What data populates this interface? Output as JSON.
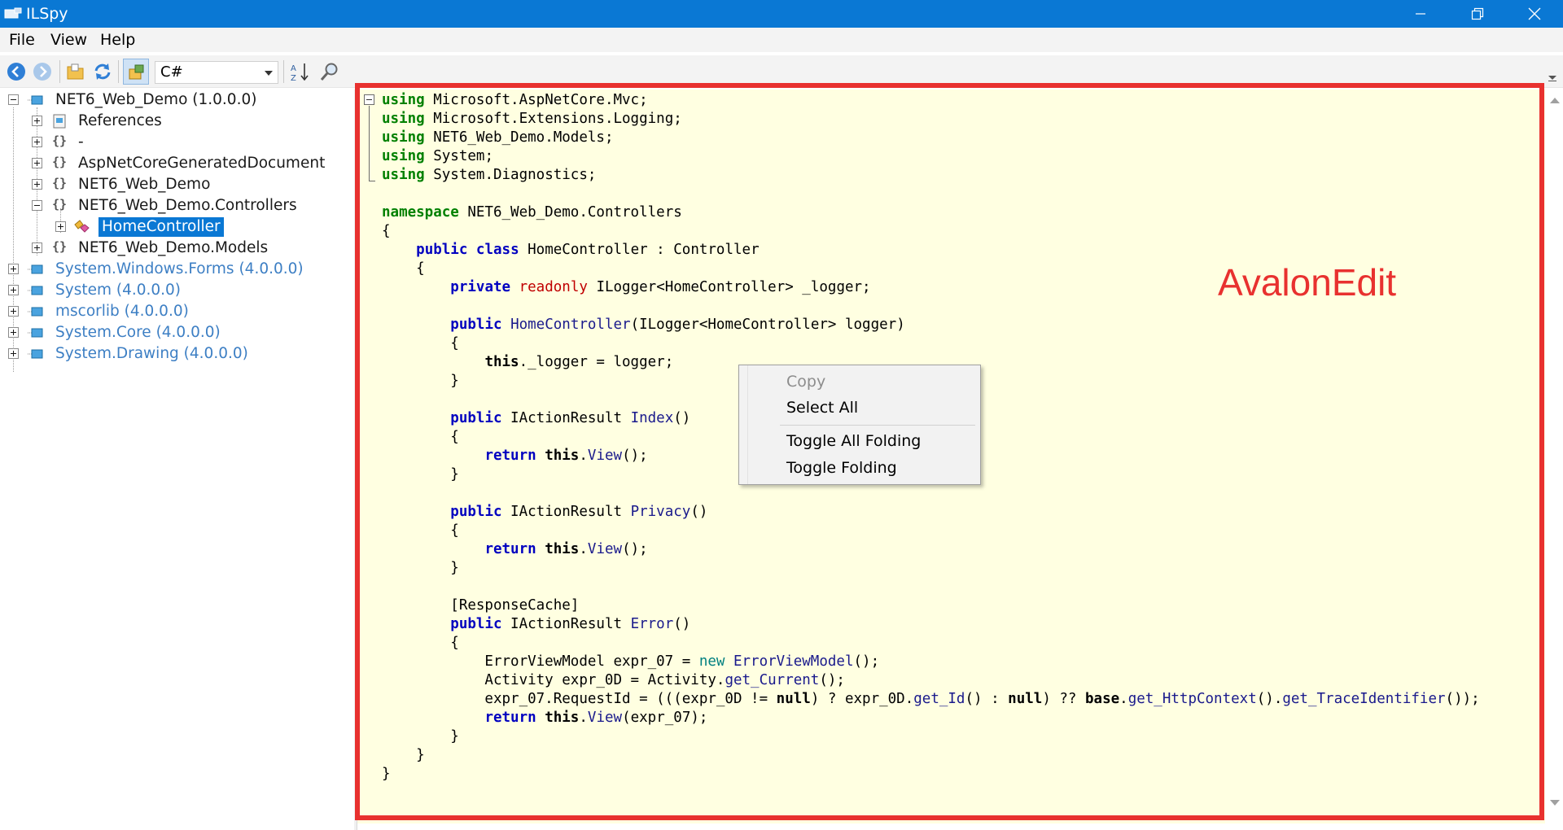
{
  "window": {
    "title": "ILSpy",
    "controls": [
      "minimize",
      "restore",
      "close"
    ]
  },
  "menu": [
    "File",
    "View",
    "Help"
  ],
  "toolbar": {
    "buttons": [
      "back-icon",
      "forward-icon",
      "open-icon",
      "refresh-icon",
      "show-api-icon",
      "sort-icon",
      "search-icon"
    ],
    "language": "C#"
  },
  "tree": [
    {
      "label": "NET6_Web_Demo (1.0.0.0)",
      "level": 0,
      "expanded": true,
      "icon": "assembly-icon",
      "style": "normal"
    },
    {
      "label": "References",
      "level": 1,
      "expanded": false,
      "icon": "references-icon",
      "style": "normal"
    },
    {
      "label": "-",
      "level": 1,
      "expanded": false,
      "icon": "namespace-icon",
      "style": "normal"
    },
    {
      "label": "AspNetCoreGeneratedDocument",
      "level": 1,
      "expanded": false,
      "icon": "namespace-icon",
      "style": "normal"
    },
    {
      "label": "NET6_Web_Demo",
      "level": 1,
      "expanded": false,
      "icon": "namespace-icon",
      "style": "normal"
    },
    {
      "label": "NET6_Web_Demo.Controllers",
      "level": 1,
      "expanded": true,
      "icon": "namespace-icon",
      "style": "normal"
    },
    {
      "label": "HomeController",
      "level": 2,
      "expanded": false,
      "icon": "class-icon",
      "style": "selected"
    },
    {
      "label": "NET6_Web_Demo.Models",
      "level": 1,
      "expanded": false,
      "icon": "namespace-icon",
      "style": "normal"
    },
    {
      "label": "System.Windows.Forms (4.0.0.0)",
      "level": 0,
      "expanded": false,
      "icon": "assembly-icon",
      "style": "grey"
    },
    {
      "label": "System (4.0.0.0)",
      "level": 0,
      "expanded": false,
      "icon": "assembly-icon",
      "style": "grey"
    },
    {
      "label": "mscorlib (4.0.0.0)",
      "level": 0,
      "expanded": false,
      "icon": "assembly-icon",
      "style": "grey"
    },
    {
      "label": "System.Core (4.0.0.0)",
      "level": 0,
      "expanded": false,
      "icon": "assembly-icon",
      "style": "grey"
    },
    {
      "label": "System.Drawing (4.0.0.0)",
      "level": 0,
      "expanded": false,
      "icon": "assembly-icon",
      "style": "grey"
    }
  ],
  "code": [
    "using Microsoft.AspNetCore.Mvc;",
    "using Microsoft.Extensions.Logging;",
    "using NET6_Web_Demo.Models;",
    "using System;",
    "using System.Diagnostics;",
    "",
    "namespace NET6_Web_Demo.Controllers",
    "{",
    "    public class HomeController : Controller",
    "    {",
    "        private readonly ILogger<HomeController> _logger;",
    "",
    "        public HomeController(ILogger<HomeController> logger)",
    "        {",
    "            this._logger = logger;",
    "        }",
    "",
    "        public IActionResult Index()",
    "        {",
    "            return this.View();",
    "        }",
    "",
    "        public IActionResult Privacy()",
    "        {",
    "            return this.View();",
    "        }",
    "",
    "        [ResponseCache]",
    "        public IActionResult Error()",
    "        {",
    "            ErrorViewModel expr_07 = new ErrorViewModel();",
    "            Activity expr_0D = Activity.get_Current();",
    "            expr_07.RequestId = (((expr_0D != null) ? expr_0D.get_Id() : null) ?? base.get_HttpContext().get_TraceIdentifier());",
    "            return this.View(expr_07);",
    "        }",
    "    }",
    "}"
  ],
  "annotation": "AvalonEdit",
  "context_menu": {
    "items": [
      {
        "label": "Copy",
        "enabled": false
      },
      {
        "label": "Select All",
        "enabled": true
      },
      {
        "label": "Toggle All Folding",
        "enabled": true
      },
      {
        "label": "Toggle Folding",
        "enabled": true
      }
    ]
  },
  "colors": {
    "titlebar": "#0a78d4",
    "editor_background": "#ffffe1",
    "highlight": "#e8312f",
    "keyword_green": "#008000",
    "keyword_blue": "#0000c0"
  }
}
